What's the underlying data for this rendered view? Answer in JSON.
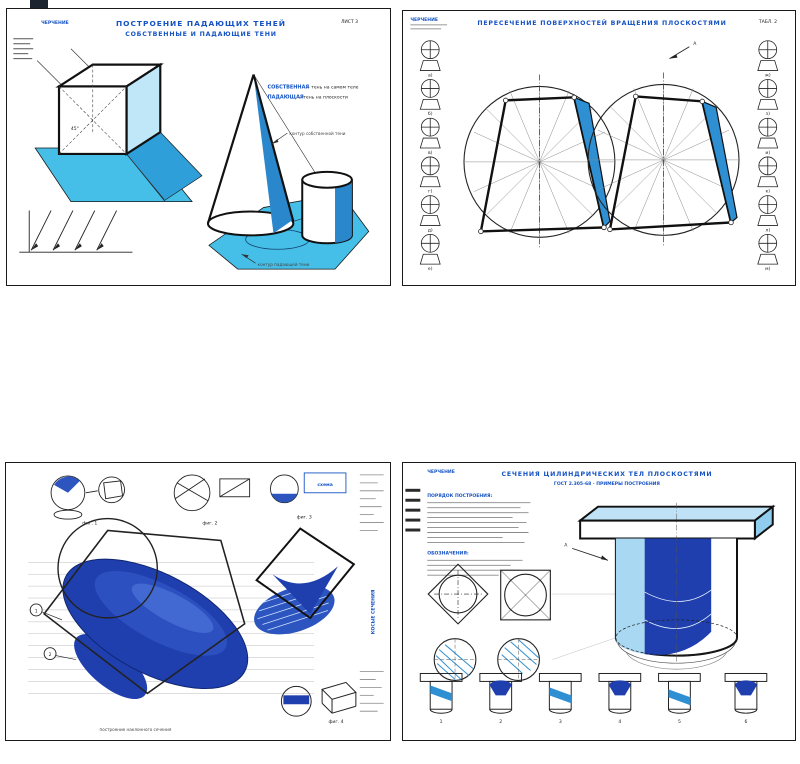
{
  "page": {
    "background": "#ffffff",
    "description": "Scanned sheet with four descriptive-geometry teaching plates"
  },
  "colors": {
    "plate_border": "#1a1a1a",
    "title_blue": "#1553c4",
    "shadow_cyan": "#45bfe8",
    "mid_blue": "#2e8fd2",
    "dark_blue": "#1f3fae",
    "light_blue": "#a8d8f2",
    "construction_gray": "#9a9a9a"
  },
  "plates": {
    "shadows": {
      "corner_note": "ЧЕРЧЕНИЕ",
      "sheet_note": "ЛИСТ 3",
      "title_line1": "ПОСТРОЕНИЕ ПАДАЮЩИХ ТЕНЕЙ",
      "title_line2": "СОБСТВЕННЫЕ И ПАДАЮЩИЕ ТЕНИ",
      "legend1_term": "СОБСТВЕННАЯ",
      "legend1_text": "— тень на самом теле",
      "legend2_term": "ПАДАЮЩАЯ",
      "legend2_text": "— тень на плоскости",
      "label_own_shadow": "контур собственной тени",
      "label_cast_shadow": "контур падающей тени",
      "angle_label": "45°"
    },
    "cones": {
      "corner_note": "ЧЕРЧЕНИЕ",
      "table_note": "ТАБЛ. 2",
      "title": "ПЕРЕСЕЧЕНИЕ ПОВЕРХНОСТЕЙ ВРАЩЕНИЯ ПЛОСКОСТЯМИ",
      "arrow_label": "А",
      "left_captions": [
        "а)",
        "б)",
        "в)",
        "г)",
        "д)",
        "е)"
      ],
      "right_captions": [
        "ж)",
        "з)",
        "и)",
        "к)",
        "л)",
        "м)"
      ]
    },
    "oblique": {
      "side_label": "КОСЫЕ СЕЧЕНИЯ",
      "top_captions": [
        "фиг. 1",
        "фиг. 2",
        "фиг. 3"
      ],
      "note_box": "схема",
      "marker1": "1",
      "marker2": "2",
      "mini_caption": "фиг. 4",
      "bottom_caption": "построение наклонного сечения"
    },
    "cylinder_sections": {
      "corner_note": "ЧЕРЧЕНИЕ",
      "title": "СЕЧЕНИЯ ЦИЛИНДРИЧЕСКИХ ТЕЛ ПЛОСКОСТЯМИ",
      "subtitle": "ГОСТ 2.305-68 · ПРИМЕРЫ ПОСТРОЕНИЯ",
      "para1_heading": "ПОРЯДОК ПОСТРОЕНИЯ:",
      "para2_heading": "ОБОЗНАЧЕНИЯ:",
      "arrow_label": "А",
      "bottom_captions": [
        "1",
        "2",
        "3",
        "4",
        "5",
        "6"
      ]
    }
  }
}
